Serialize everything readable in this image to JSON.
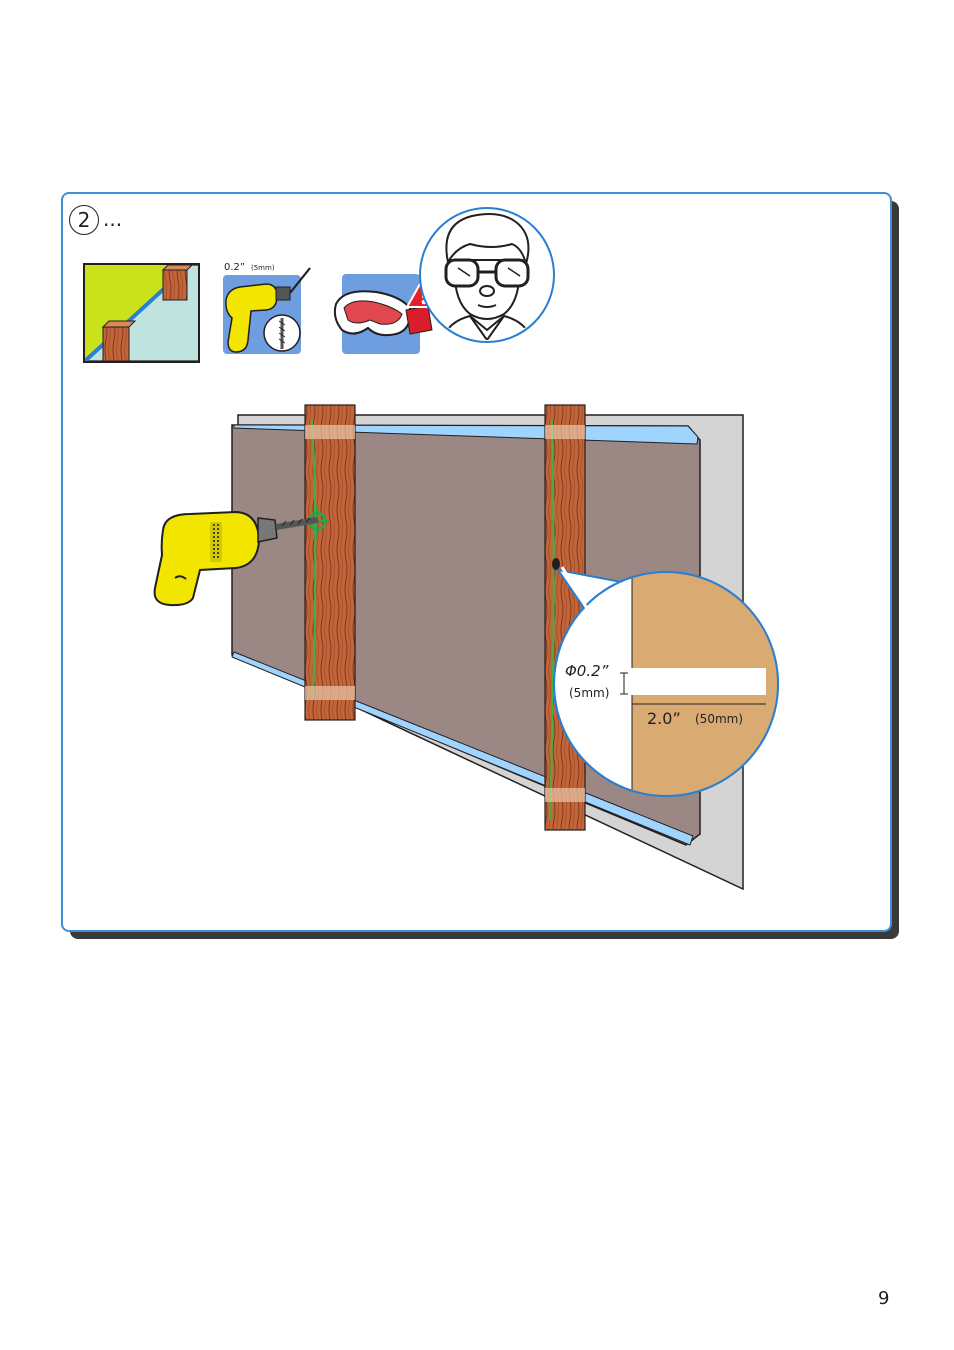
{
  "step": {
    "number": "2",
    "suffix": "..."
  },
  "drill_bit_spec": {
    "size": "0.2”",
    "metric": "(5mm)"
  },
  "hole_detail": {
    "diameter": "Φ0.2”",
    "diameter_metric": "(5mm)",
    "depth": "2.0”",
    "depth_metric": "(50mm)"
  },
  "icons": [
    "studs-icon",
    "drill-icon",
    "safety-goggles-icon",
    "warning-icon",
    "face-with-goggles-icon",
    "drill-bit-icon"
  ],
  "page_number": "9"
}
